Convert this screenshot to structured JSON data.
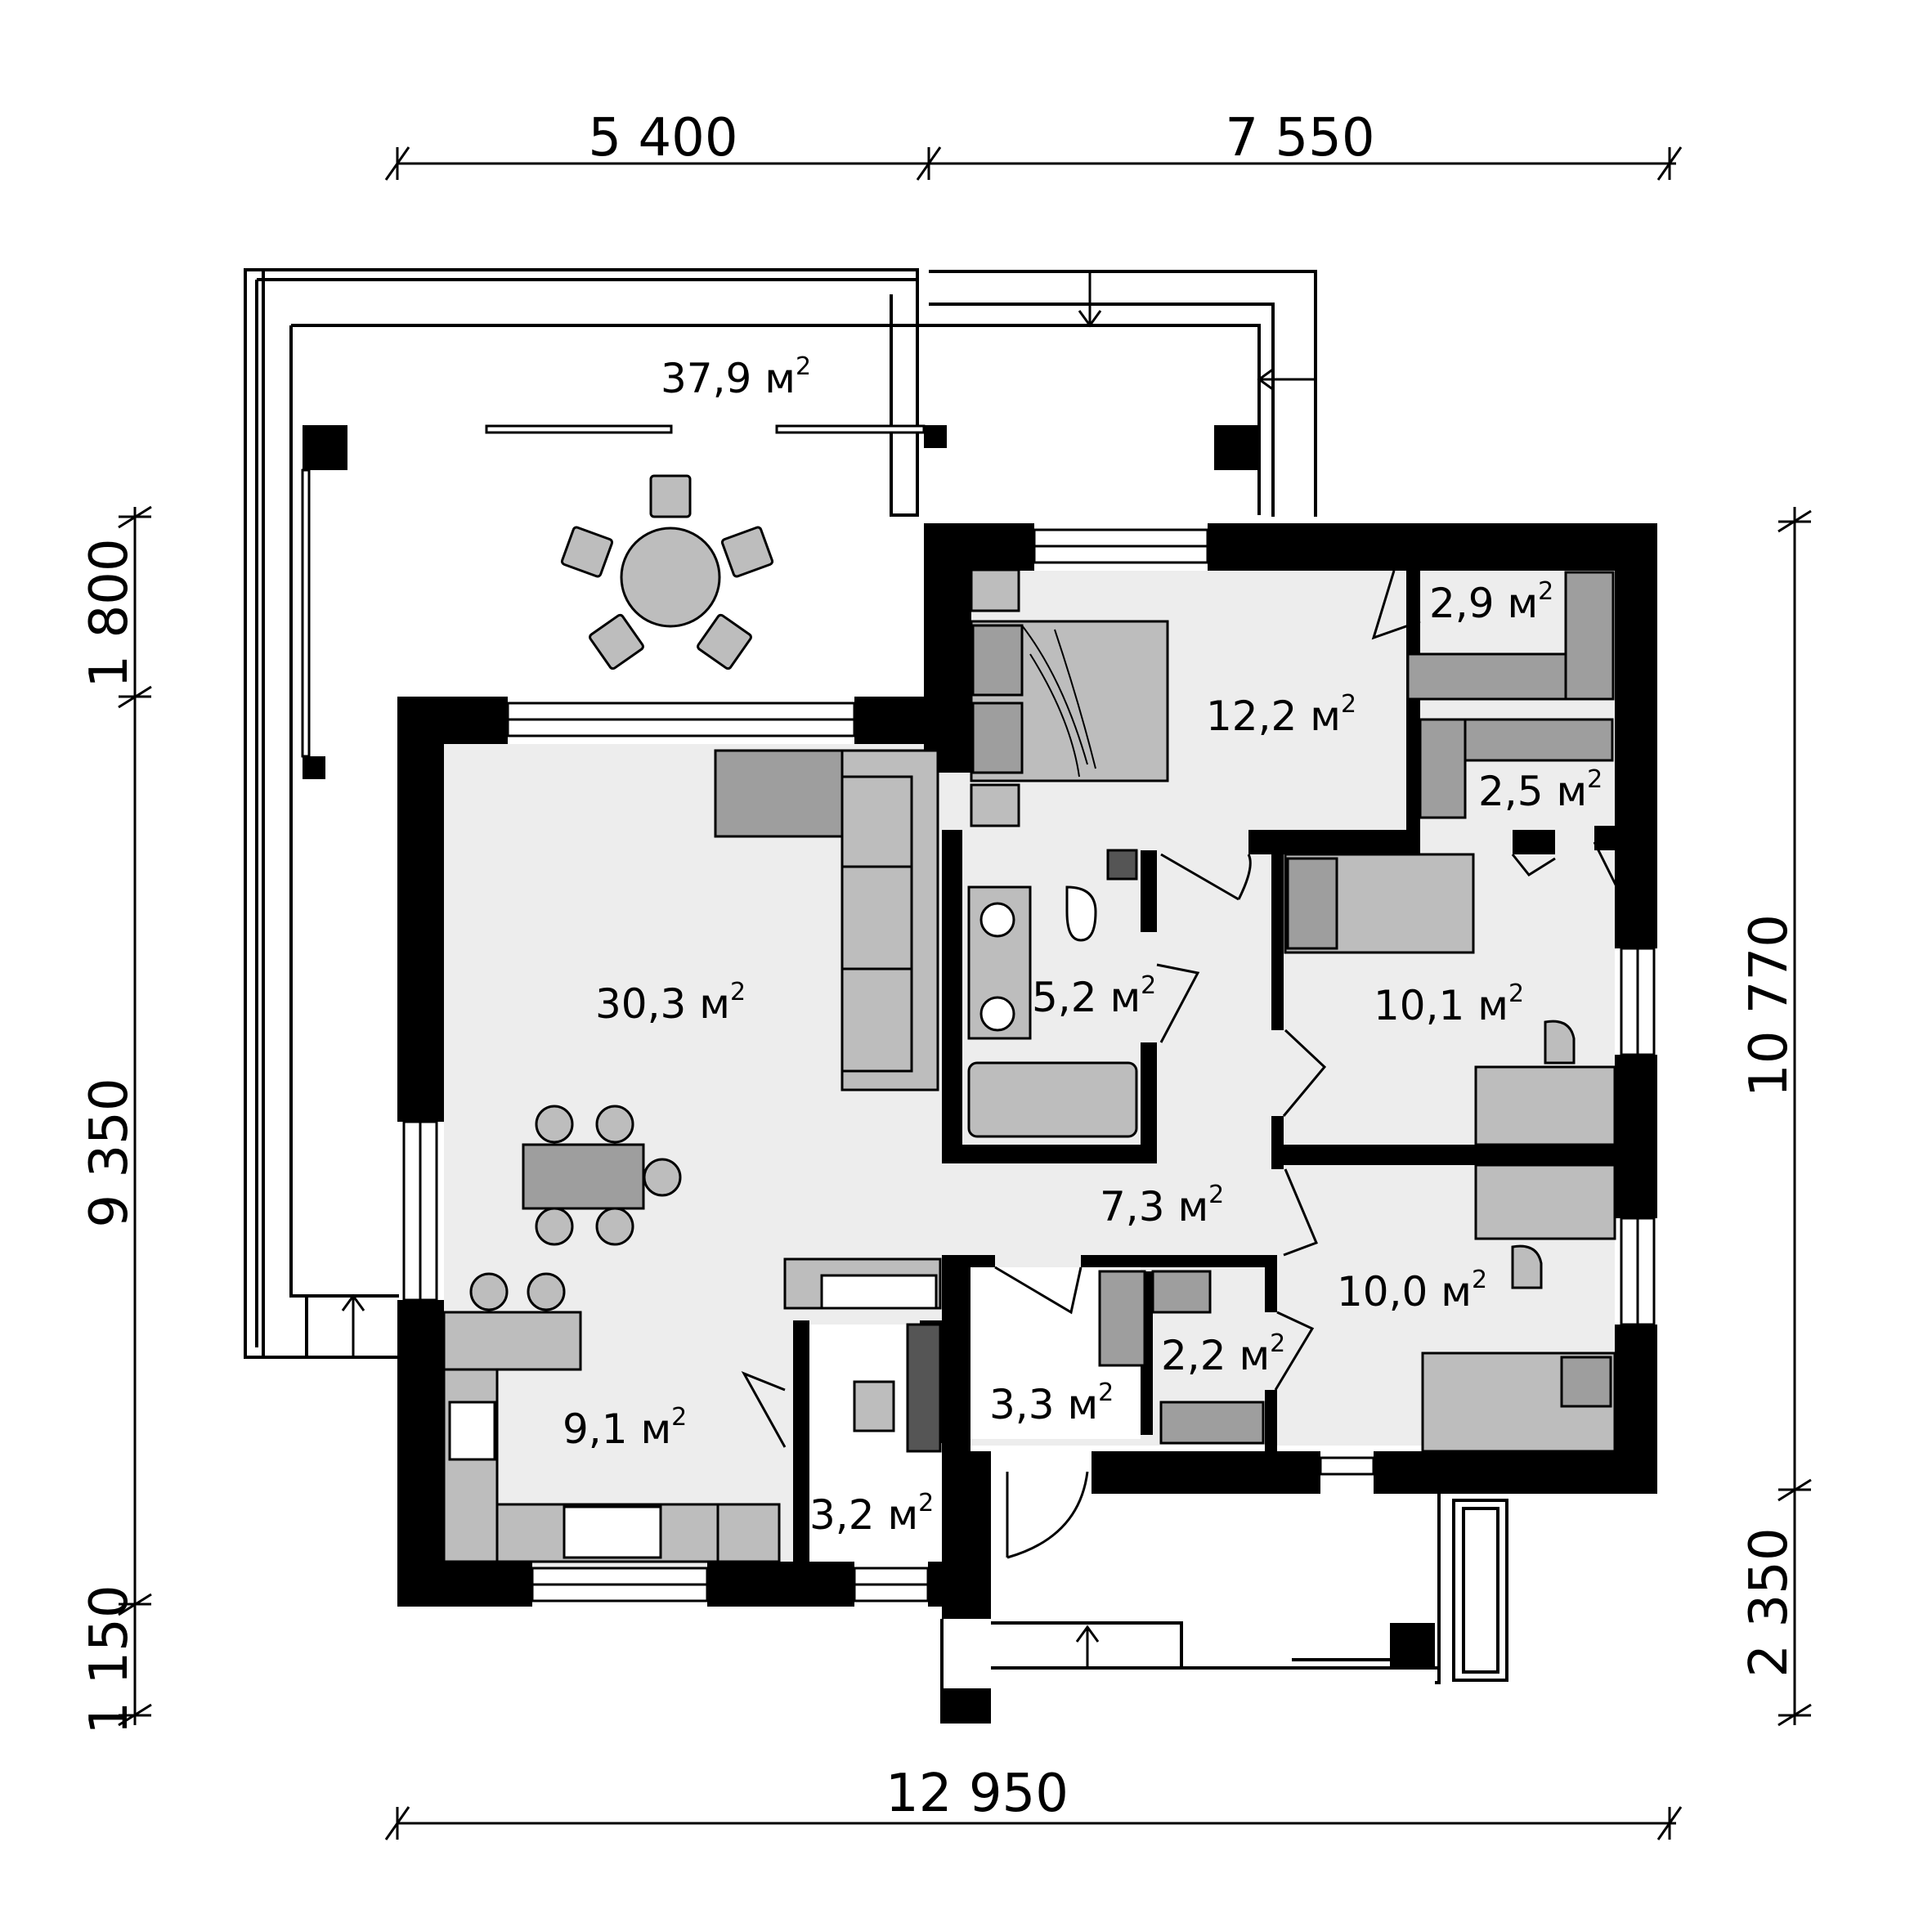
{
  "dimensions": {
    "top": [
      "5 400",
      "7 550"
    ],
    "bottom": "12 950",
    "left": [
      "1 800",
      "9 350",
      "1 150"
    ],
    "right": [
      "10 770",
      "2 350"
    ]
  },
  "rooms": [
    {
      "id": "terrace",
      "num": "37,9",
      "unit": "м",
      "exp": "2"
    },
    {
      "id": "bedroom-main",
      "num": "12,2",
      "unit": "м",
      "exp": "2"
    },
    {
      "id": "closet-top",
      "num": "2,9",
      "unit": "м",
      "exp": "2"
    },
    {
      "id": "closet-mid",
      "num": "2,5",
      "unit": "м",
      "exp": "2"
    },
    {
      "id": "living",
      "num": "30,3",
      "unit": "м",
      "exp": "2"
    },
    {
      "id": "bathroom",
      "num": "5,2",
      "unit": "м",
      "exp": "2"
    },
    {
      "id": "bedroom-2",
      "num": "10,1",
      "unit": "м",
      "exp": "2"
    },
    {
      "id": "hall",
      "num": "7,3",
      "unit": "м",
      "exp": "2"
    },
    {
      "id": "bedroom-3",
      "num": "10,0",
      "unit": "м",
      "exp": "2"
    },
    {
      "id": "closet-bottom",
      "num": "2,2",
      "unit": "м",
      "exp": "2"
    },
    {
      "id": "vestibule",
      "num": "3,3",
      "unit": "м",
      "exp": "2"
    },
    {
      "id": "kitchen",
      "num": "9,1",
      "unit": "м",
      "exp": "2"
    },
    {
      "id": "wc",
      "num": "3,2",
      "unit": "м",
      "exp": "2"
    }
  ],
  "colors": {
    "wall": "#000000",
    "floor": "#ededed",
    "furniture": "#bdbdbd",
    "furniture_dark": "#9e9e9e",
    "line": "#000000"
  }
}
